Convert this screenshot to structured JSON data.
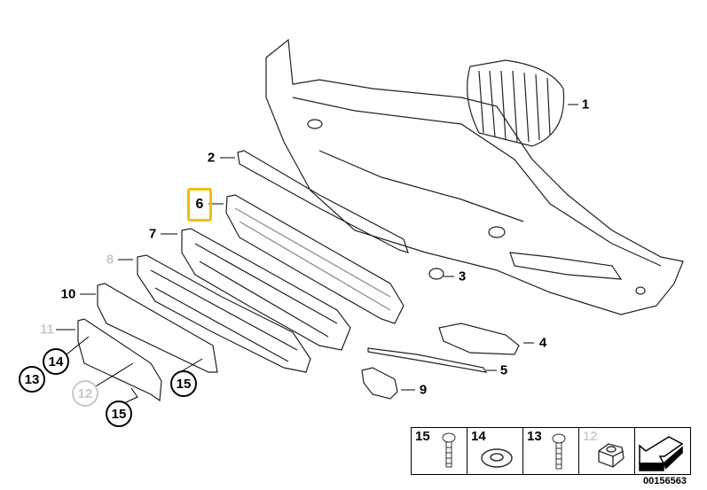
{
  "diagram": {
    "labels": {
      "p1": "1",
      "p2": "2",
      "p3": "3",
      "p4": "4",
      "p5": "5",
      "p6": "6",
      "p7": "7",
      "p8": "8",
      "p9": "9",
      "p10": "10",
      "p11": "11"
    },
    "callouts": {
      "c14": "14",
      "c13": "13",
      "c12": "12",
      "c15a": "15",
      "c15b": "15"
    },
    "highlight_color": "#f0c000",
    "legend": [
      {
        "num": "15",
        "icon": "screw-icon"
      },
      {
        "num": "14",
        "icon": "washer-icon"
      },
      {
        "num": "13",
        "icon": "screw-icon"
      },
      {
        "num": "12",
        "icon": "nut-icon"
      },
      {
        "num": "",
        "icon": "direction-arrow-icon"
      }
    ],
    "code": "00156563"
  }
}
